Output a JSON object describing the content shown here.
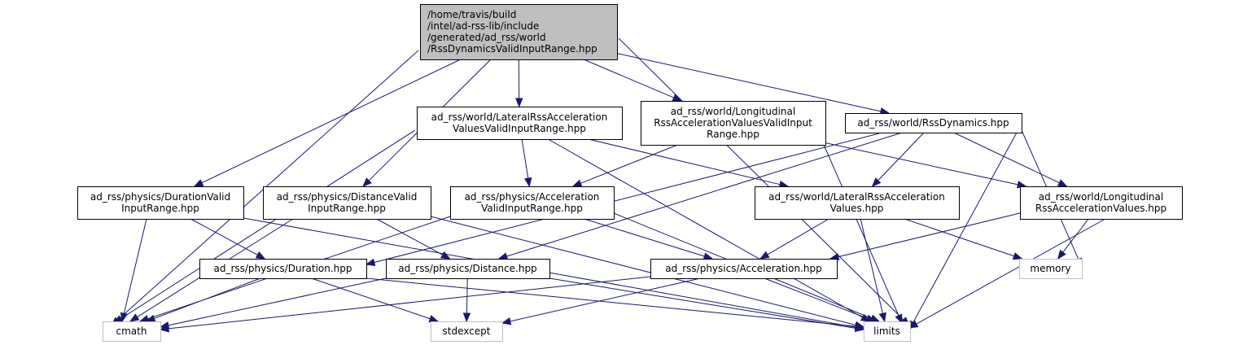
{
  "graph": {
    "colors": {
      "edge": "#191970",
      "root_fill": "#bfbfbf",
      "node_fill": "#ffffff",
      "node_border": "#000000",
      "external_border": "#bfbfbf"
    },
    "nodes": [
      {
        "id": "root",
        "kind": "root",
        "lines": [
          "/home/travis/build",
          "/intel/ad-rss-lib/include",
          "/generated/ad_rss/world",
          "/RssDynamicsValidInputRange.hpp"
        ]
      },
      {
        "id": "lateral_valid",
        "kind": "file",
        "lines": [
          "ad_rss/world/LateralRssAcceleration",
          "ValuesValidInputRange.hpp"
        ]
      },
      {
        "id": "longitudinal_valid",
        "kind": "file",
        "lines": [
          "ad_rss/world/Longitudinal",
          "RssAccelerationValuesValidInput",
          "Range.hpp"
        ]
      },
      {
        "id": "rss_dynamics",
        "kind": "file",
        "lines": [
          "ad_rss/world/RssDynamics.hpp"
        ]
      },
      {
        "id": "duration_valid",
        "kind": "file",
        "lines": [
          "ad_rss/physics/DurationValid",
          "InputRange.hpp"
        ]
      },
      {
        "id": "distance_valid",
        "kind": "file",
        "lines": [
          "ad_rss/physics/DistanceValid",
          "InputRange.hpp"
        ]
      },
      {
        "id": "acceleration_valid",
        "kind": "file",
        "lines": [
          "ad_rss/physics/Acceleration",
          "ValidInputRange.hpp"
        ]
      },
      {
        "id": "lateral_values",
        "kind": "file",
        "lines": [
          "ad_rss/world/LateralRssAcceleration",
          "Values.hpp"
        ]
      },
      {
        "id": "longitudinal_values",
        "kind": "file",
        "lines": [
          "ad_rss/world/Longitudinal",
          "RssAccelerationValues.hpp"
        ]
      },
      {
        "id": "duration",
        "kind": "file",
        "lines": [
          "ad_rss/physics/Duration.hpp"
        ]
      },
      {
        "id": "distance",
        "kind": "file",
        "lines": [
          "ad_rss/physics/Distance.hpp"
        ]
      },
      {
        "id": "acceleration",
        "kind": "file",
        "lines": [
          "ad_rss/physics/Acceleration.hpp"
        ]
      },
      {
        "id": "memory",
        "kind": "external",
        "lines": [
          "memory"
        ]
      },
      {
        "id": "cmath",
        "kind": "external",
        "lines": [
          "cmath"
        ]
      },
      {
        "id": "stdexcept",
        "kind": "external",
        "lines": [
          "stdexcept"
        ]
      },
      {
        "id": "limits",
        "kind": "external",
        "lines": [
          "limits"
        ]
      }
    ],
    "edges": [
      {
        "from": "root",
        "to": "cmath"
      },
      {
        "from": "root",
        "to": "duration_valid"
      },
      {
        "from": "root",
        "to": "distance_valid"
      },
      {
        "from": "root",
        "to": "lateral_valid"
      },
      {
        "from": "root",
        "to": "longitudinal_valid"
      },
      {
        "from": "root",
        "to": "rss_dynamics"
      },
      {
        "from": "root",
        "to": "limits"
      },
      {
        "from": "lateral_valid",
        "to": "cmath"
      },
      {
        "from": "lateral_valid",
        "to": "acceleration_valid"
      },
      {
        "from": "lateral_valid",
        "to": "lateral_values"
      },
      {
        "from": "lateral_valid",
        "to": "limits"
      },
      {
        "from": "longitudinal_valid",
        "to": "acceleration_valid"
      },
      {
        "from": "longitudinal_valid",
        "to": "longitudinal_values"
      },
      {
        "from": "longitudinal_valid",
        "to": "limits"
      },
      {
        "from": "rss_dynamics",
        "to": "duration"
      },
      {
        "from": "rss_dynamics",
        "to": "distance"
      },
      {
        "from": "rss_dynamics",
        "to": "lateral_values"
      },
      {
        "from": "rss_dynamics",
        "to": "longitudinal_values"
      },
      {
        "from": "rss_dynamics",
        "to": "memory"
      },
      {
        "from": "rss_dynamics",
        "to": "limits"
      },
      {
        "from": "duration_valid",
        "to": "duration"
      },
      {
        "from": "duration_valid",
        "to": "cmath"
      },
      {
        "from": "duration_valid",
        "to": "limits"
      },
      {
        "from": "distance_valid",
        "to": "distance"
      },
      {
        "from": "distance_valid",
        "to": "cmath"
      },
      {
        "from": "distance_valid",
        "to": "limits"
      },
      {
        "from": "acceleration_valid",
        "to": "acceleration"
      },
      {
        "from": "acceleration_valid",
        "to": "cmath"
      },
      {
        "from": "acceleration_valid",
        "to": "limits"
      },
      {
        "from": "lateral_values",
        "to": "acceleration"
      },
      {
        "from": "lateral_values",
        "to": "memory"
      },
      {
        "from": "lateral_values",
        "to": "limits"
      },
      {
        "from": "longitudinal_values",
        "to": "acceleration"
      },
      {
        "from": "longitudinal_values",
        "to": "memory"
      },
      {
        "from": "longitudinal_values",
        "to": "limits"
      },
      {
        "from": "duration",
        "to": "cmath"
      },
      {
        "from": "duration",
        "to": "stdexcept"
      },
      {
        "from": "duration",
        "to": "limits"
      },
      {
        "from": "distance",
        "to": "cmath"
      },
      {
        "from": "distance",
        "to": "stdexcept"
      },
      {
        "from": "distance",
        "to": "limits"
      },
      {
        "from": "acceleration",
        "to": "cmath"
      },
      {
        "from": "acceleration",
        "to": "stdexcept"
      },
      {
        "from": "acceleration",
        "to": "limits"
      }
    ]
  }
}
